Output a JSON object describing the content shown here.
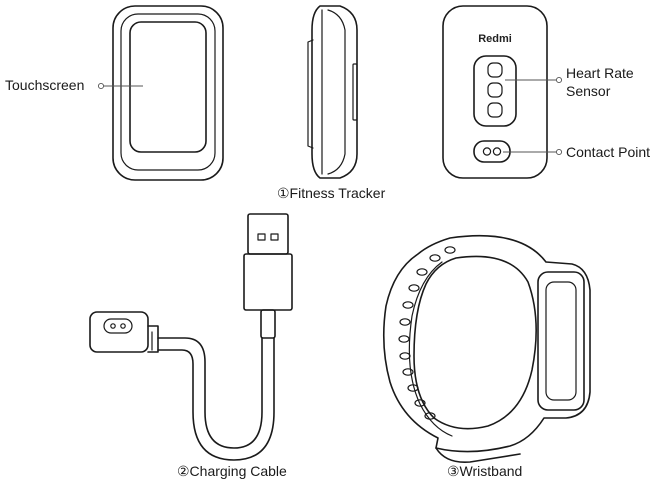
{
  "labels": {
    "touchscreen": "Touchscreen",
    "heart_rate_line1": "Heart Rate",
    "heart_rate_line2": "Sensor",
    "contact_point": "Contact Point",
    "fitness_tracker": "①Fitness Tracker",
    "charging_cable": "②Charging Cable",
    "wristband": "③Wristband",
    "brand": "Redmi"
  }
}
